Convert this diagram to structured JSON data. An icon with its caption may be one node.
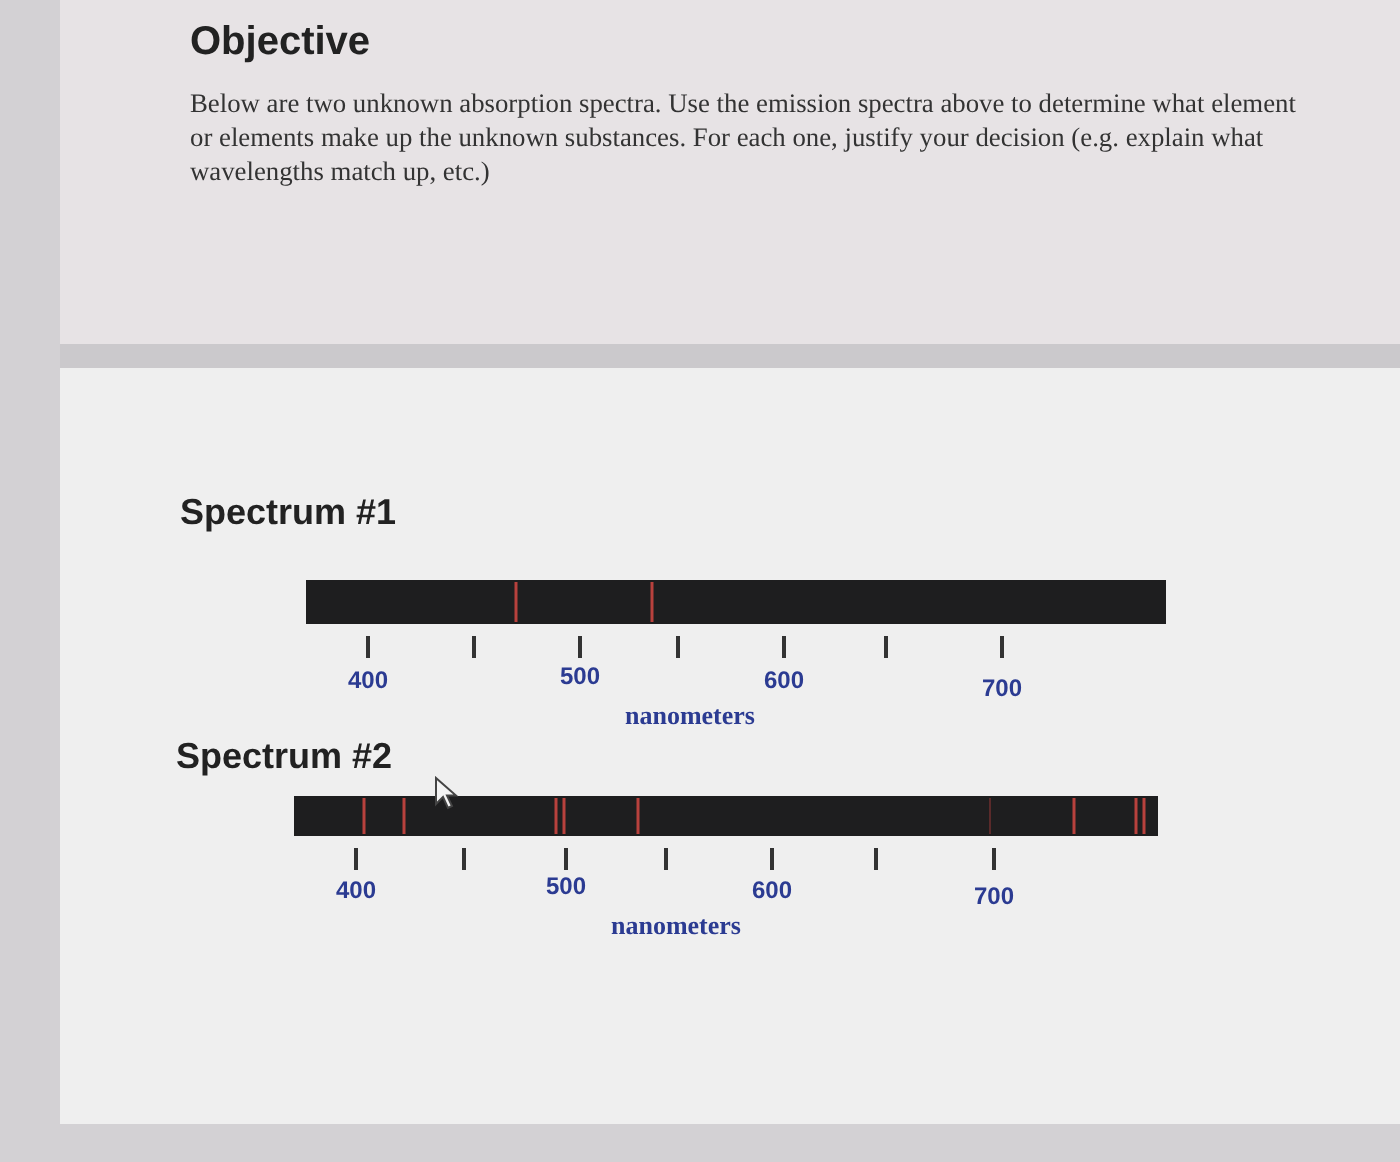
{
  "diagram": {
    "title": "Objective",
    "labels": [
      "Below are two unknown absorption spectra. Use the emission spectra above to determine what element or elements make up the unknown substances. For each one, justify your decision (e.g. explain what wavelengths match up, etc.)",
      "Spectrum #1",
      "400",
      "500",
      "600",
      "700",
      "nanometers",
      "Spectrum #2",
      "400",
      "500",
      "600",
      "700",
      "nanometers"
    ]
  }
}
